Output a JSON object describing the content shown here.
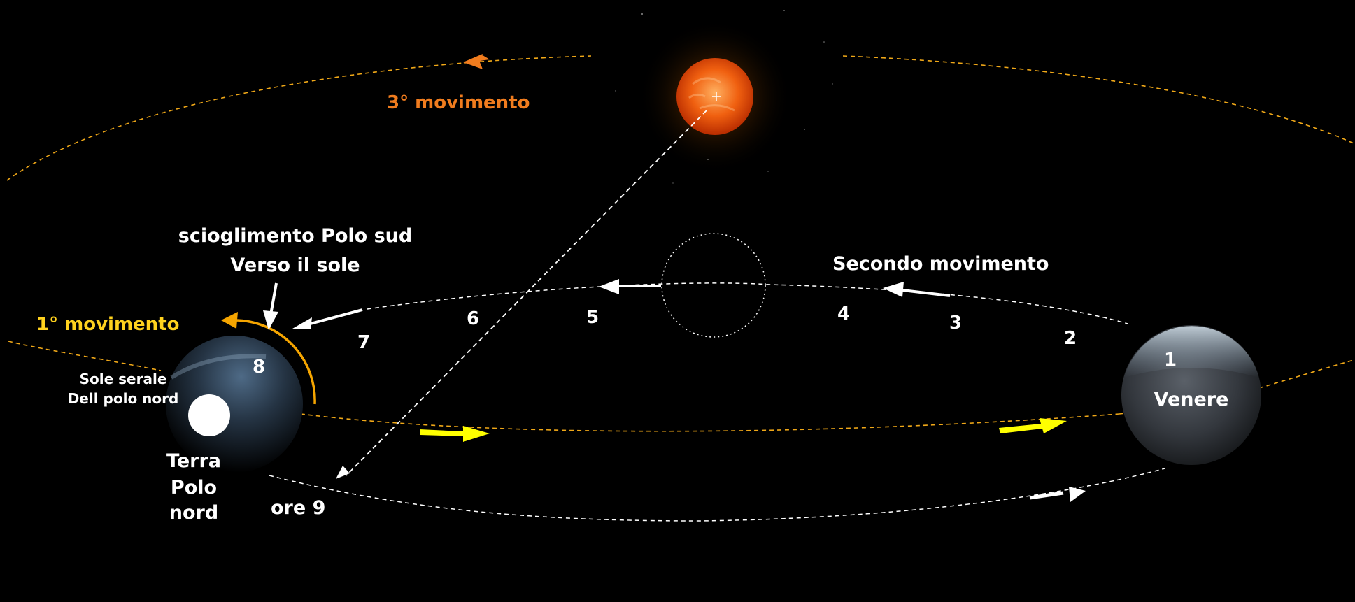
{
  "labels": {
    "third_motion": "3° movimento",
    "first_motion": "1° movimento",
    "second_motion": "Secondo movimento",
    "south_pole_line1": "scioglimento Polo sud",
    "south_pole_line2": "Verso il sole",
    "evening_sun_line1": "Sole serale",
    "evening_sun_line2": "Dell polo nord",
    "earth_line1": "Terra",
    "earth_line2": "Polo",
    "earth_line3": "nord",
    "ore9": "ore 9",
    "venus": "Venere"
  },
  "positions": [
    "1",
    "2",
    "3",
    "4",
    "5",
    "6",
    "7",
    "8"
  ],
  "colors": {
    "background": "#000000",
    "orbit_orange": "#f0a818",
    "arrow_yellow": "#ffff00",
    "third_motion_orange": "#f07c1e",
    "first_motion_yellow": "#ffd21e",
    "white": "#ffffff",
    "arc_orange": "#f5a500",
    "sun_core": "#f05a10",
    "sun_glow": "#7a3c00"
  }
}
